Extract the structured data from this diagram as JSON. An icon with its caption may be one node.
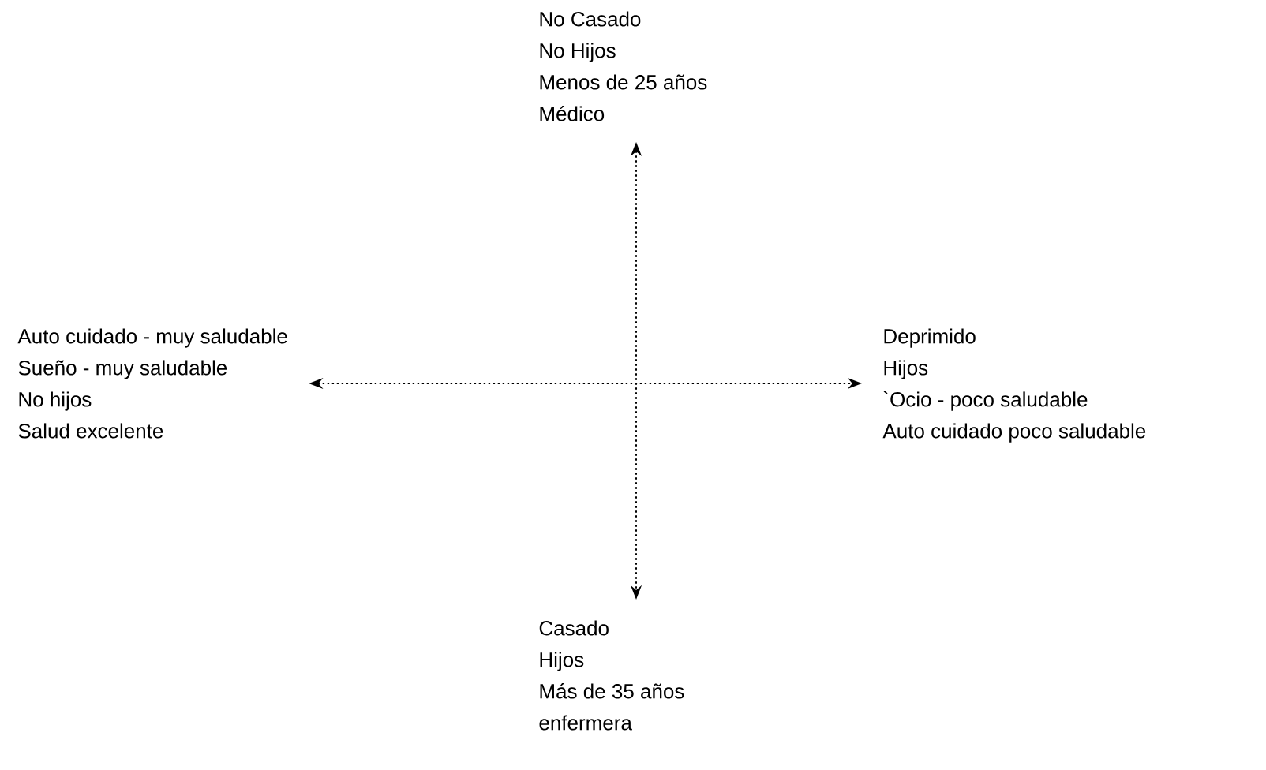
{
  "diagram": {
    "nodes": [
      {
        "text": [
          "No Casado",
          "No Hijos",
          "Menos de 25 años",
          "Médico"
        ]
      },
      {
        "text": [
          "Auto cuidado - muy saludable",
          "Sueño - muy saludable",
          "No hijos",
          "Salud excelente"
        ]
      },
      {
        "text": [
          "Deprimido",
          "Hijos",
          "`Ocio - poco saludable",
          "Auto cuidado poco saludable"
        ]
      },
      {
        "text": [
          "Casado",
          "Hijos",
          "Más de 35 años",
          "enfermera"
        ]
      }
    ],
    "edges": [
      {
        "from": 0,
        "to": 3,
        "arrow": "both",
        "style": "dashed"
      },
      {
        "from": 1,
        "to": 2,
        "arrow": "both",
        "style": "dashed"
      }
    ]
  }
}
